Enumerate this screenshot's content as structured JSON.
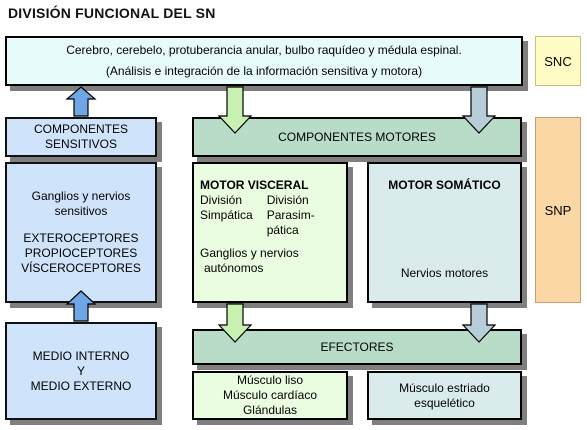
{
  "title": "DIVISIÓN FUNCIONAL DEL SN",
  "snc_box": {
    "line1": "Cerebro, cerebelo, protuberancia anular, bulbo raquídeo y médula espinal.",
    "line2": "(Análisis e integración de la información sensitiva y motora)"
  },
  "snc_label": "SNC",
  "snp_label": "SNP",
  "sensory_components": {
    "line1": "COMPONENTES",
    "line2": "SENSITIVOS"
  },
  "sensory_ganglia": {
    "line1": "Ganglios y nervios",
    "line2": "sensitivos",
    "line3": "EXTEROCEPTORES",
    "line4": "PROPIOCEPTORES",
    "line5": "VÍSCEROCEPTORES"
  },
  "environment": {
    "line1": "MEDIO INTERNO",
    "line2": "Y",
    "line3": "MEDIO EXTERNO"
  },
  "motor_components": "COMPONENTES MOTORES",
  "visceral": {
    "heading": "MOTOR VISCERAL",
    "div_symp_1": "División",
    "div_symp_2": "Simpática",
    "div_para_1": "División",
    "div_para_2": "Parasim-",
    "div_para_3": "pática",
    "ganglia_1": "Ganglios y nervios",
    "ganglia_2": "autónomos"
  },
  "somatic": {
    "heading": "MOTOR SOMÁTICO",
    "nerves": "Nervios motores"
  },
  "effectors": "EFECTORES",
  "visceral_effectors": {
    "line1": "Músculo liso",
    "line2": "Músculo cardíaco",
    "line3": "Glándulas"
  },
  "somatic_effectors": {
    "line1": "Músculo estriado",
    "line2": "esquelético"
  },
  "colors": {
    "sensory_blue": "#cfe3fb",
    "motor_green": "#b8dcc8",
    "visceral_green": "#eafde0",
    "somatic_teal": "#d9eceb",
    "snp_orange": "#fbd7a5",
    "snc_yellow": "#fffbc4",
    "arrow_blue": "#6fa6e6",
    "arrow_green": "#c8f0b0"
  }
}
